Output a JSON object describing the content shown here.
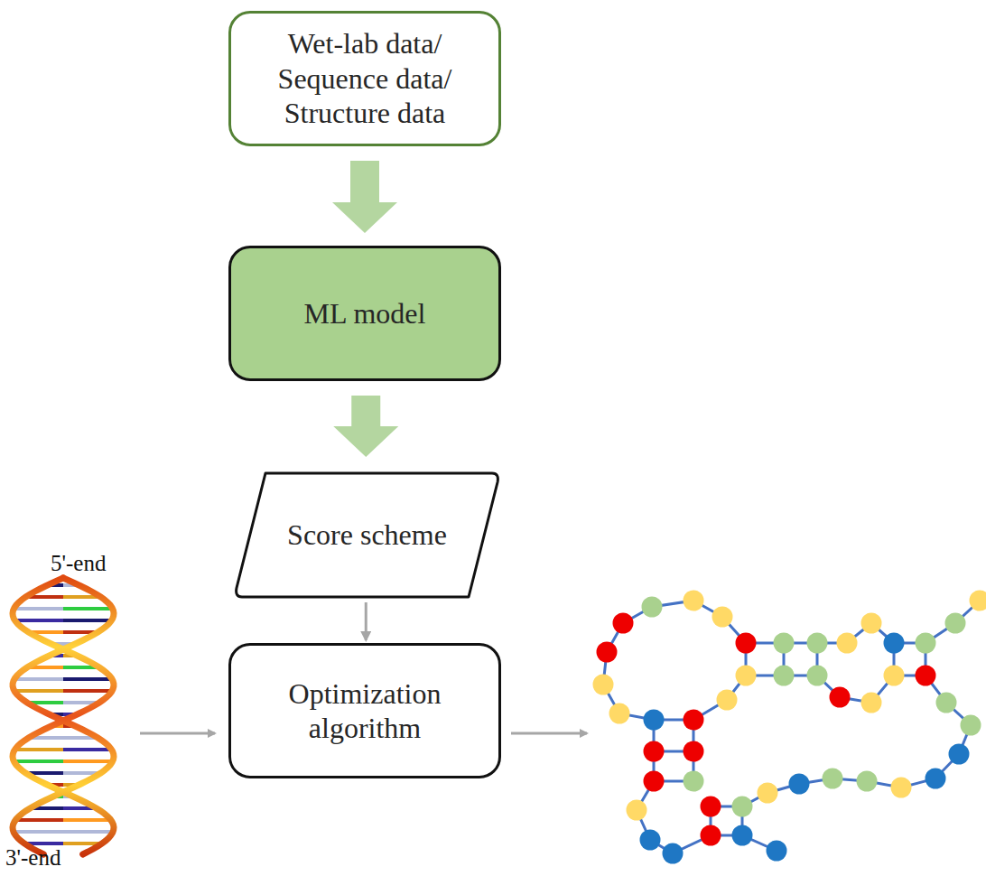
{
  "diagram": {
    "nodes": [
      {
        "text": [
          "Wet-lab data/ Sequence data/ Structure data"
        ]
      },
      {
        "text": [
          "ML model"
        ]
      },
      {
        "text": [
          "Score scheme"
        ]
      },
      {
        "text": [
          "Optimization algorithm"
        ]
      }
    ],
    "edges": [
      {
        "from": 0,
        "to": 1,
        "arrow": "to"
      },
      {
        "from": 1,
        "to": 2,
        "arrow": "to"
      },
      {
        "from": 2,
        "to": 3,
        "arrow": "to"
      }
    ],
    "labels": [
      "5'-end",
      "3'-end"
    ]
  }
}
